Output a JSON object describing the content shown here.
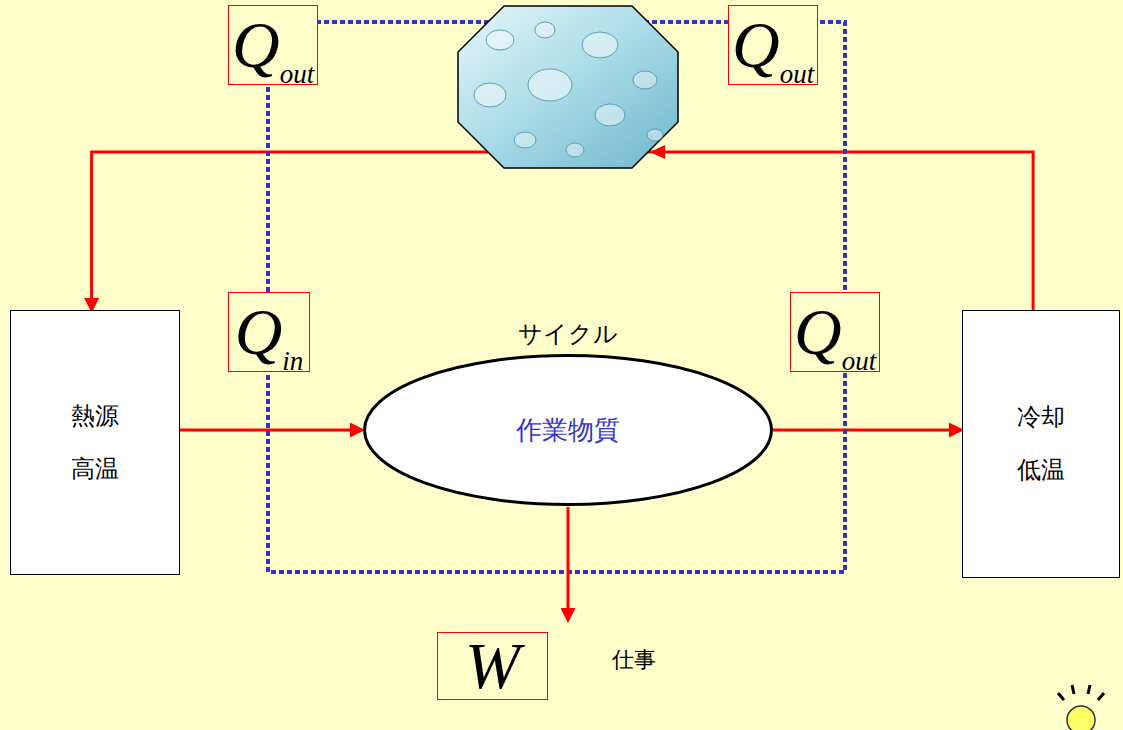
{
  "diagram": {
    "nodes": [
      {
        "text": [
          "熱源 高温"
        ]
      },
      {
        "text": [
          "作業物質"
        ]
      },
      {
        "text": [
          "冷却 低温"
        ]
      }
    ],
    "edges": [
      {
        "from": 0,
        "to": 1,
        "arrow": "to"
      },
      {
        "from": 1,
        "to": 2,
        "arrow": "to"
      },
      {
        "from": 2,
        "to": 0,
        "arrow": "to"
      }
    ],
    "labels": [
      "Qout",
      "Qout",
      "サイクル",
      "Qin",
      "Qout",
      "W",
      "仕事"
    ]
  }
}
